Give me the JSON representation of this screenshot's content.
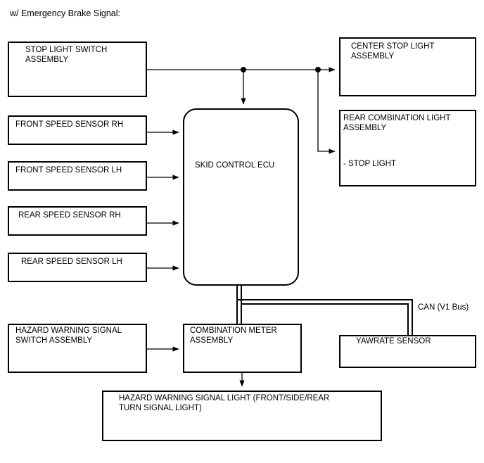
{
  "title": "w/ Emergency Brake Signal:",
  "colors": {
    "background": "#ffffff",
    "stroke": "#000000",
    "text": "#000000"
  },
  "nodes": {
    "stop_light_switch": {
      "line1": "STOP LIGHT SWITCH",
      "line2": "ASSEMBLY"
    },
    "front_speed_sensor_rh": {
      "line1": "FRONT SPEED SENSOR RH"
    },
    "front_speed_sensor_lh": {
      "line1": "FRONT SPEED SENSOR LH"
    },
    "rear_speed_sensor_rh": {
      "line1": "REAR SPEED SENSOR RH"
    },
    "rear_speed_sensor_lh": {
      "line1": "REAR SPEED SENSOR LH"
    },
    "skid_control_ecu": {
      "line1": "SKID CONTROL ECU"
    },
    "center_stop_light": {
      "line1": "CENTER STOP LIGHT",
      "line2": "ASSEMBLY"
    },
    "rear_combination_light": {
      "line1": "REAR COMBINATION LIGHT",
      "line2": "ASSEMBLY",
      "line3": "- STOP LIGHT"
    },
    "hazard_warning_switch": {
      "line1": "HAZARD WARNING SIGNAL",
      "line2": "SWITCH ASSEMBLY"
    },
    "combination_meter": {
      "line1": "COMBINATION METER",
      "line2": "ASSEMBLY"
    },
    "yawrate_sensor": {
      "line1": "YAWRATE SENSOR"
    },
    "hazard_warning_light": {
      "line1": "HAZARD WARNING SIGNAL LIGHT (FRONT/SIDE/REAR",
      "line2": "TURN SIGNAL LIGHT)"
    }
  },
  "bus_label": "CAN (V1 Bus)"
}
